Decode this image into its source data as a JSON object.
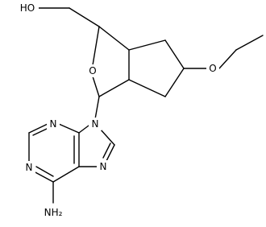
{
  "atoms": {
    "ho": "HO",
    "o_ring": "O",
    "o_ether": "O",
    "n_purine_3": "N",
    "n_purine_9": "N",
    "n_purine_1": "N",
    "n_purine_7": "N",
    "nh2": "NH₂"
  },
  "colors": {
    "bond": "#000000",
    "label": "#000000",
    "background": "#ffffff"
  }
}
